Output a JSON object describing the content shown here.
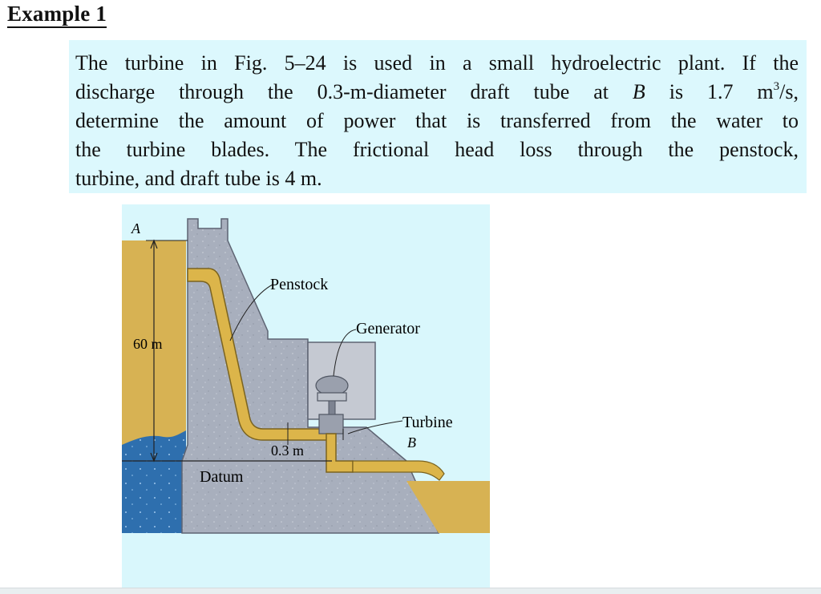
{
  "heading": "Example 1",
  "problem": {
    "lines": [
      "The turbine in Fig. 5–24 is used in a small hydroelectric plant. If the",
      "discharge through the 0.3-m-diameter draft tube at",
      "B",
      "is 1.7 m",
      "3",
      "/s,",
      "determine the amount of power that is transferred from the water to",
      "the turbine blades. The frictional head loss through the penstock,",
      "turbine, and draft tube is 4 m."
    ]
  },
  "figure": {
    "label_A": "A",
    "label_height": "60 m",
    "label_penstock": "Penstock",
    "label_generator": "Generator",
    "label_turbine": "Turbine",
    "label_B": "B",
    "label_diameter": "0.3 m",
    "label_datum": "Datum",
    "colors": {
      "background": "#d9f7fc",
      "concrete": "#a8afbd",
      "water_deep": "#2e6fae",
      "water_tan": "#d7b253",
      "pipe": "#dcb54a",
      "pipe_edge": "#7a6320",
      "generator_room": "#c5c9d2"
    }
  }
}
